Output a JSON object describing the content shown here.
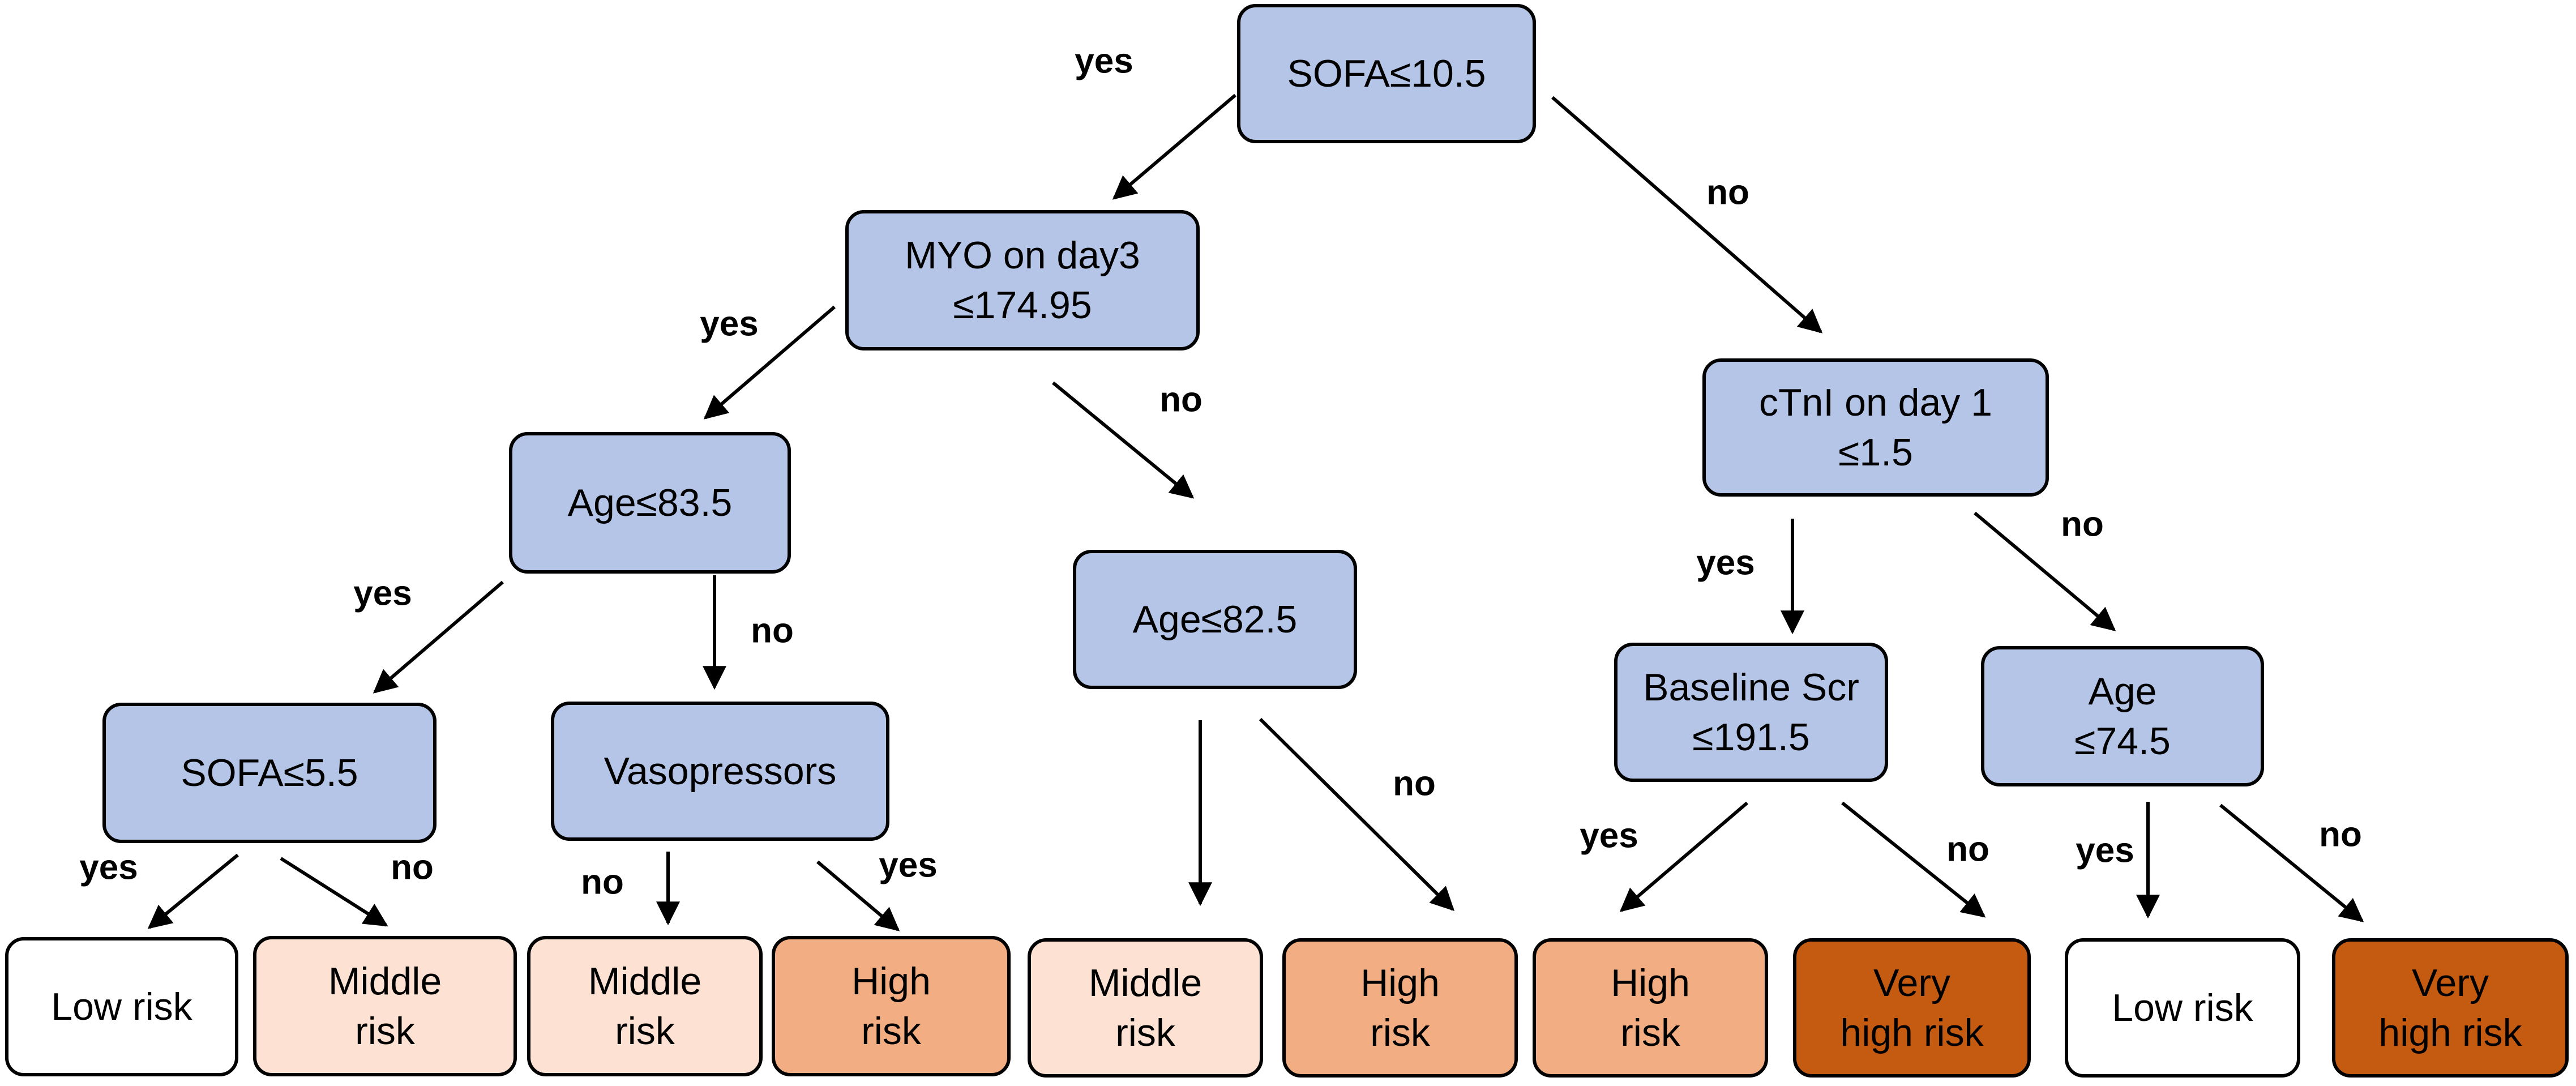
{
  "colors": {
    "decision": "#b4c5e8",
    "low_risk": "#ffffff",
    "middle_risk": "#fde1d3",
    "high_risk": "#f2ae82",
    "very_high_risk": "#c55a11"
  },
  "nodes": {
    "root": {
      "lines": [
        "SOFA≤10.5"
      ],
      "kind": "decision"
    },
    "myo": {
      "lines": [
        "MYO on day3",
        "≤174.95"
      ],
      "kind": "decision"
    },
    "ctni": {
      "lines": [
        "cTnI on day 1",
        "≤1.5"
      ],
      "kind": "decision"
    },
    "age835": {
      "lines": [
        "Age≤83.5"
      ],
      "kind": "decision"
    },
    "age825": {
      "lines": [
        "Age≤82.5"
      ],
      "kind": "decision"
    },
    "scr": {
      "lines": [
        "Baseline Scr",
        "≤191.5"
      ],
      "kind": "decision"
    },
    "age745": {
      "lines": [
        "Age",
        "≤74.5"
      ],
      "kind": "decision"
    },
    "sofa55": {
      "lines": [
        "SOFA≤5.5"
      ],
      "kind": "decision"
    },
    "vaso": {
      "lines": [
        "Vasopressors"
      ],
      "kind": "decision"
    },
    "leaf1": {
      "lines": [
        "Low risk"
      ],
      "kind": "low_risk"
    },
    "leaf2": {
      "lines": [
        "Middle",
        "risk"
      ],
      "kind": "middle_risk"
    },
    "leaf3": {
      "lines": [
        "Middle",
        "risk"
      ],
      "kind": "middle_risk"
    },
    "leaf4": {
      "lines": [
        "High",
        "risk"
      ],
      "kind": "high_risk"
    },
    "leaf5": {
      "lines": [
        "Middle",
        "risk"
      ],
      "kind": "middle_risk"
    },
    "leaf6": {
      "lines": [
        "High",
        "risk"
      ],
      "kind": "high_risk"
    },
    "leaf7": {
      "lines": [
        "High",
        "risk"
      ],
      "kind": "high_risk"
    },
    "leaf8": {
      "lines": [
        "Very",
        "high risk"
      ],
      "kind": "very_high_risk"
    },
    "leaf9": {
      "lines": [
        "Low risk"
      ],
      "kind": "low_risk"
    },
    "leaf10": {
      "lines": [
        "Very",
        "high risk"
      ],
      "kind": "very_high_risk"
    }
  },
  "edges": [
    {
      "from": "root",
      "to": "myo",
      "label": "yes"
    },
    {
      "from": "root",
      "to": "ctni",
      "label": "no"
    },
    {
      "from": "myo",
      "to": "age835",
      "label": "yes"
    },
    {
      "from": "myo",
      "to": "age825",
      "label": "no"
    },
    {
      "from": "age835",
      "to": "sofa55",
      "label": "yes"
    },
    {
      "from": "age835",
      "to": "vaso",
      "label": "no"
    },
    {
      "from": "sofa55",
      "to": "leaf1",
      "label": "yes"
    },
    {
      "from": "sofa55",
      "to": "leaf2",
      "label": "no"
    },
    {
      "from": "vaso",
      "to": "leaf3",
      "label": "no"
    },
    {
      "from": "vaso",
      "to": "leaf4",
      "label": "yes"
    },
    {
      "from": "age825",
      "to": "leaf5",
      "label": ""
    },
    {
      "from": "age825",
      "to": "leaf6",
      "label": "no"
    },
    {
      "from": "ctni",
      "to": "scr",
      "label": "yes"
    },
    {
      "from": "ctni",
      "to": "age745",
      "label": "no"
    },
    {
      "from": "scr",
      "to": "leaf7",
      "label": "yes"
    },
    {
      "from": "scr",
      "to": "leaf8",
      "label": "no"
    },
    {
      "from": "age745",
      "to": "leaf9",
      "label": "yes"
    },
    {
      "from": "age745",
      "to": "leaf10",
      "label": "no"
    }
  ]
}
